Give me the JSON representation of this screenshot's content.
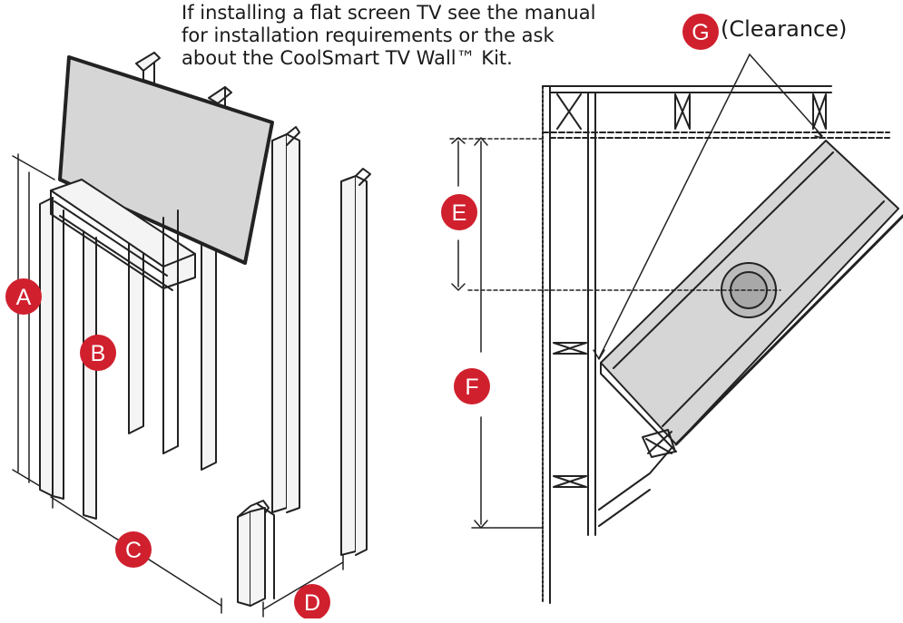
{
  "note": {
    "lines": [
      "If installing a flat screen TV see the manual",
      "for installation requirements or the ask",
      "about the CoolSmart TV Wall™ Kit."
    ]
  },
  "labels": {
    "A": "A",
    "B": "B",
    "C": "C",
    "D": "D",
    "E": "E",
    "F": "F",
    "G": "G",
    "G_text": "(Clearance)"
  },
  "colors": {
    "badge": "#d0202e",
    "line": "#222222",
    "panel": "#d6d6d6",
    "stud": "#f4f4f4",
    "vent": "#a8a8a8"
  }
}
